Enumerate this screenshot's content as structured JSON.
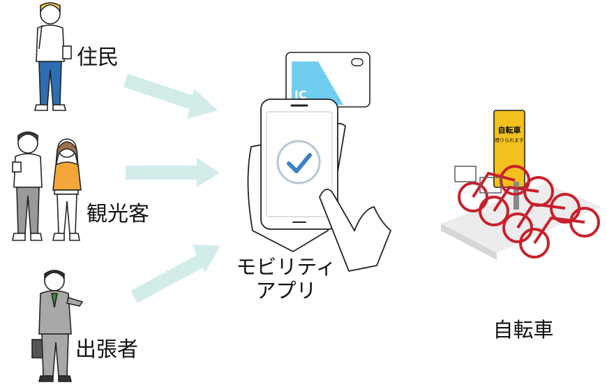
{
  "groups": [
    {
      "label": "住民"
    },
    {
      "label": "観光客"
    },
    {
      "label": "出張者"
    }
  ],
  "app": {
    "line1": "モビリティ",
    "line2": "アプリ"
  },
  "card": {
    "text": "IC"
  },
  "bike": {
    "sign_title": "自転車",
    "sign_sub": "借りられます",
    "label": "自転車"
  },
  "colors": {
    "arrow": "#d2ecea",
    "card_blue": "#6fcdf0",
    "check": "#3b83c4",
    "bike_red": "#c8202c",
    "sign": "#f2c11f"
  }
}
